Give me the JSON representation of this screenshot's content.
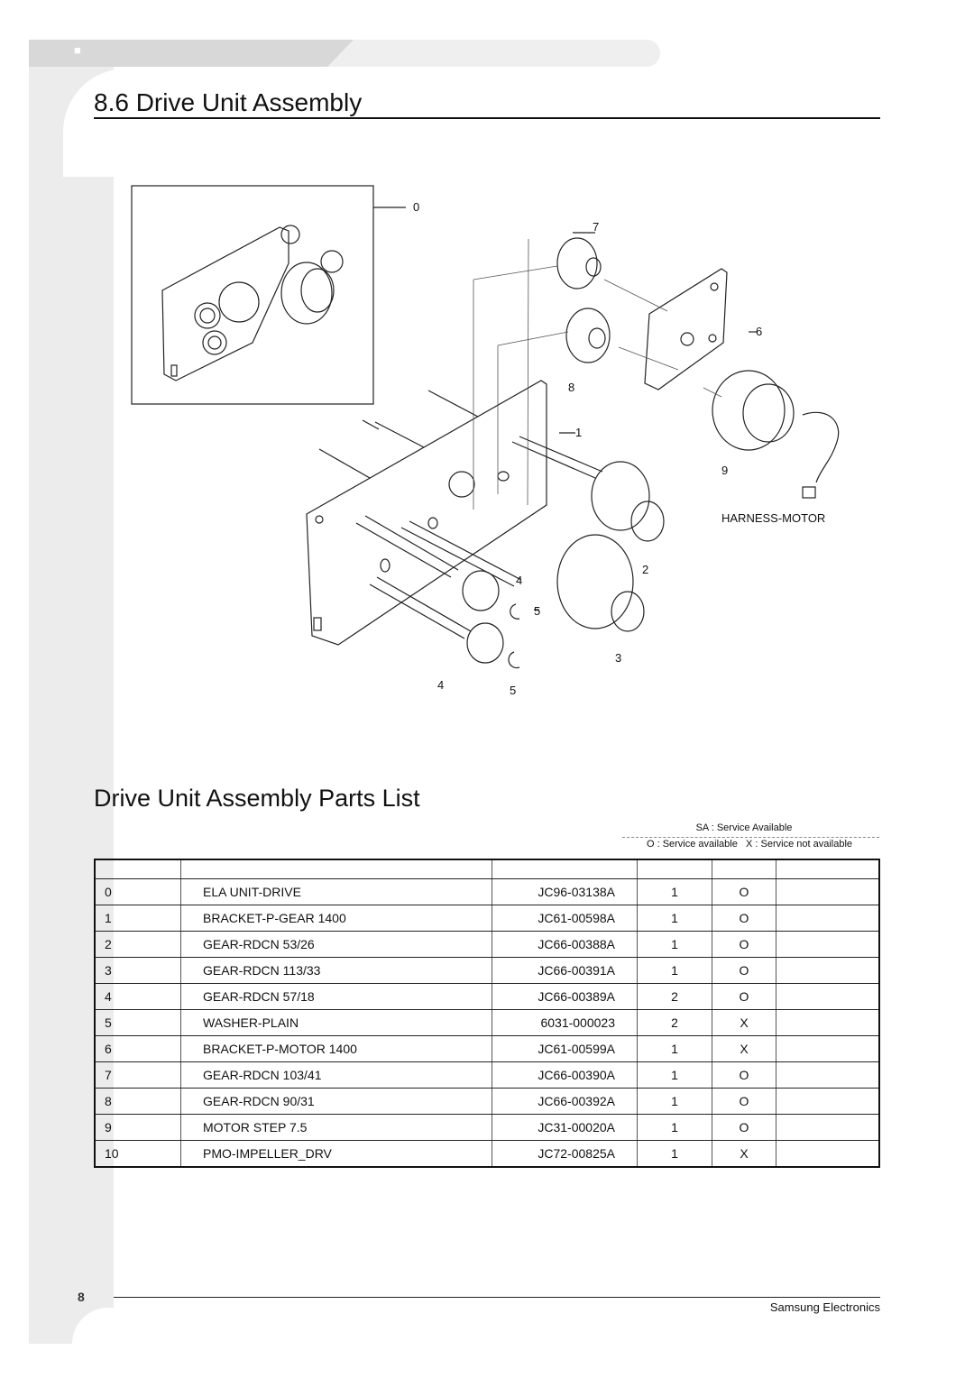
{
  "header": {
    "tab_glyph": "■",
    "section_title": "8.6 Drive Unit Assembly"
  },
  "diagram": {
    "callouts": [
      "0",
      "7",
      "6",
      "8",
      "1",
      "9",
      "2",
      "4",
      "5",
      "3",
      "4",
      "5"
    ],
    "harness_label": "HARNESS-MOTOR"
  },
  "parts": {
    "title": "Drive Unit Assembly Parts List",
    "legend_sa": "SA : Service Available",
    "legend_codes": "O : Service available   X : Service not available",
    "columns": [
      "",
      "",
      "",
      "",
      "",
      ""
    ],
    "rows": [
      {
        "no": "0",
        "desc": "ELA UNIT-DRIVE",
        "code": "JC96-03138A",
        "qty": "1",
        "sa": "O",
        "rem": ""
      },
      {
        "no": "1",
        "desc": "BRACKET-P-GEAR 1400",
        "code": "JC61-00598A",
        "qty": "1",
        "sa": "O",
        "rem": ""
      },
      {
        "no": "2",
        "desc": "GEAR-RDCN 53/26",
        "code": "JC66-00388A",
        "qty": "1",
        "sa": "O",
        "rem": ""
      },
      {
        "no": "3",
        "desc": "GEAR-RDCN 113/33",
        "code": "JC66-00391A",
        "qty": "1",
        "sa": "O",
        "rem": ""
      },
      {
        "no": "4",
        "desc": "GEAR-RDCN 57/18",
        "code": "JC66-00389A",
        "qty": "2",
        "sa": "O",
        "rem": ""
      },
      {
        "no": "5",
        "desc": "WASHER-PLAIN",
        "code": "6031-000023",
        "qty": "2",
        "sa": "X",
        "rem": ""
      },
      {
        "no": "6",
        "desc": "BRACKET-P-MOTOR 1400",
        "code": "JC61-00599A",
        "qty": "1",
        "sa": "X",
        "rem": ""
      },
      {
        "no": "7",
        "desc": "GEAR-RDCN 103/41",
        "code": "JC66-00390A",
        "qty": "1",
        "sa": "O",
        "rem": ""
      },
      {
        "no": "8",
        "desc": "GEAR-RDCN 90/31",
        "code": "JC66-00392A",
        "qty": "1",
        "sa": "O",
        "rem": ""
      },
      {
        "no": "9",
        "desc": "MOTOR STEP 7.5",
        "code": "JC31-00020A",
        "qty": "1",
        "sa": "O",
        "rem": ""
      },
      {
        "no": "10",
        "desc": "PMO-IMPELLER_DRV",
        "code": "JC72-00825A",
        "qty": "1",
        "sa": "X",
        "rem": ""
      }
    ]
  },
  "footer": {
    "page_glyph": "8",
    "company": "Samsung Electronics"
  }
}
